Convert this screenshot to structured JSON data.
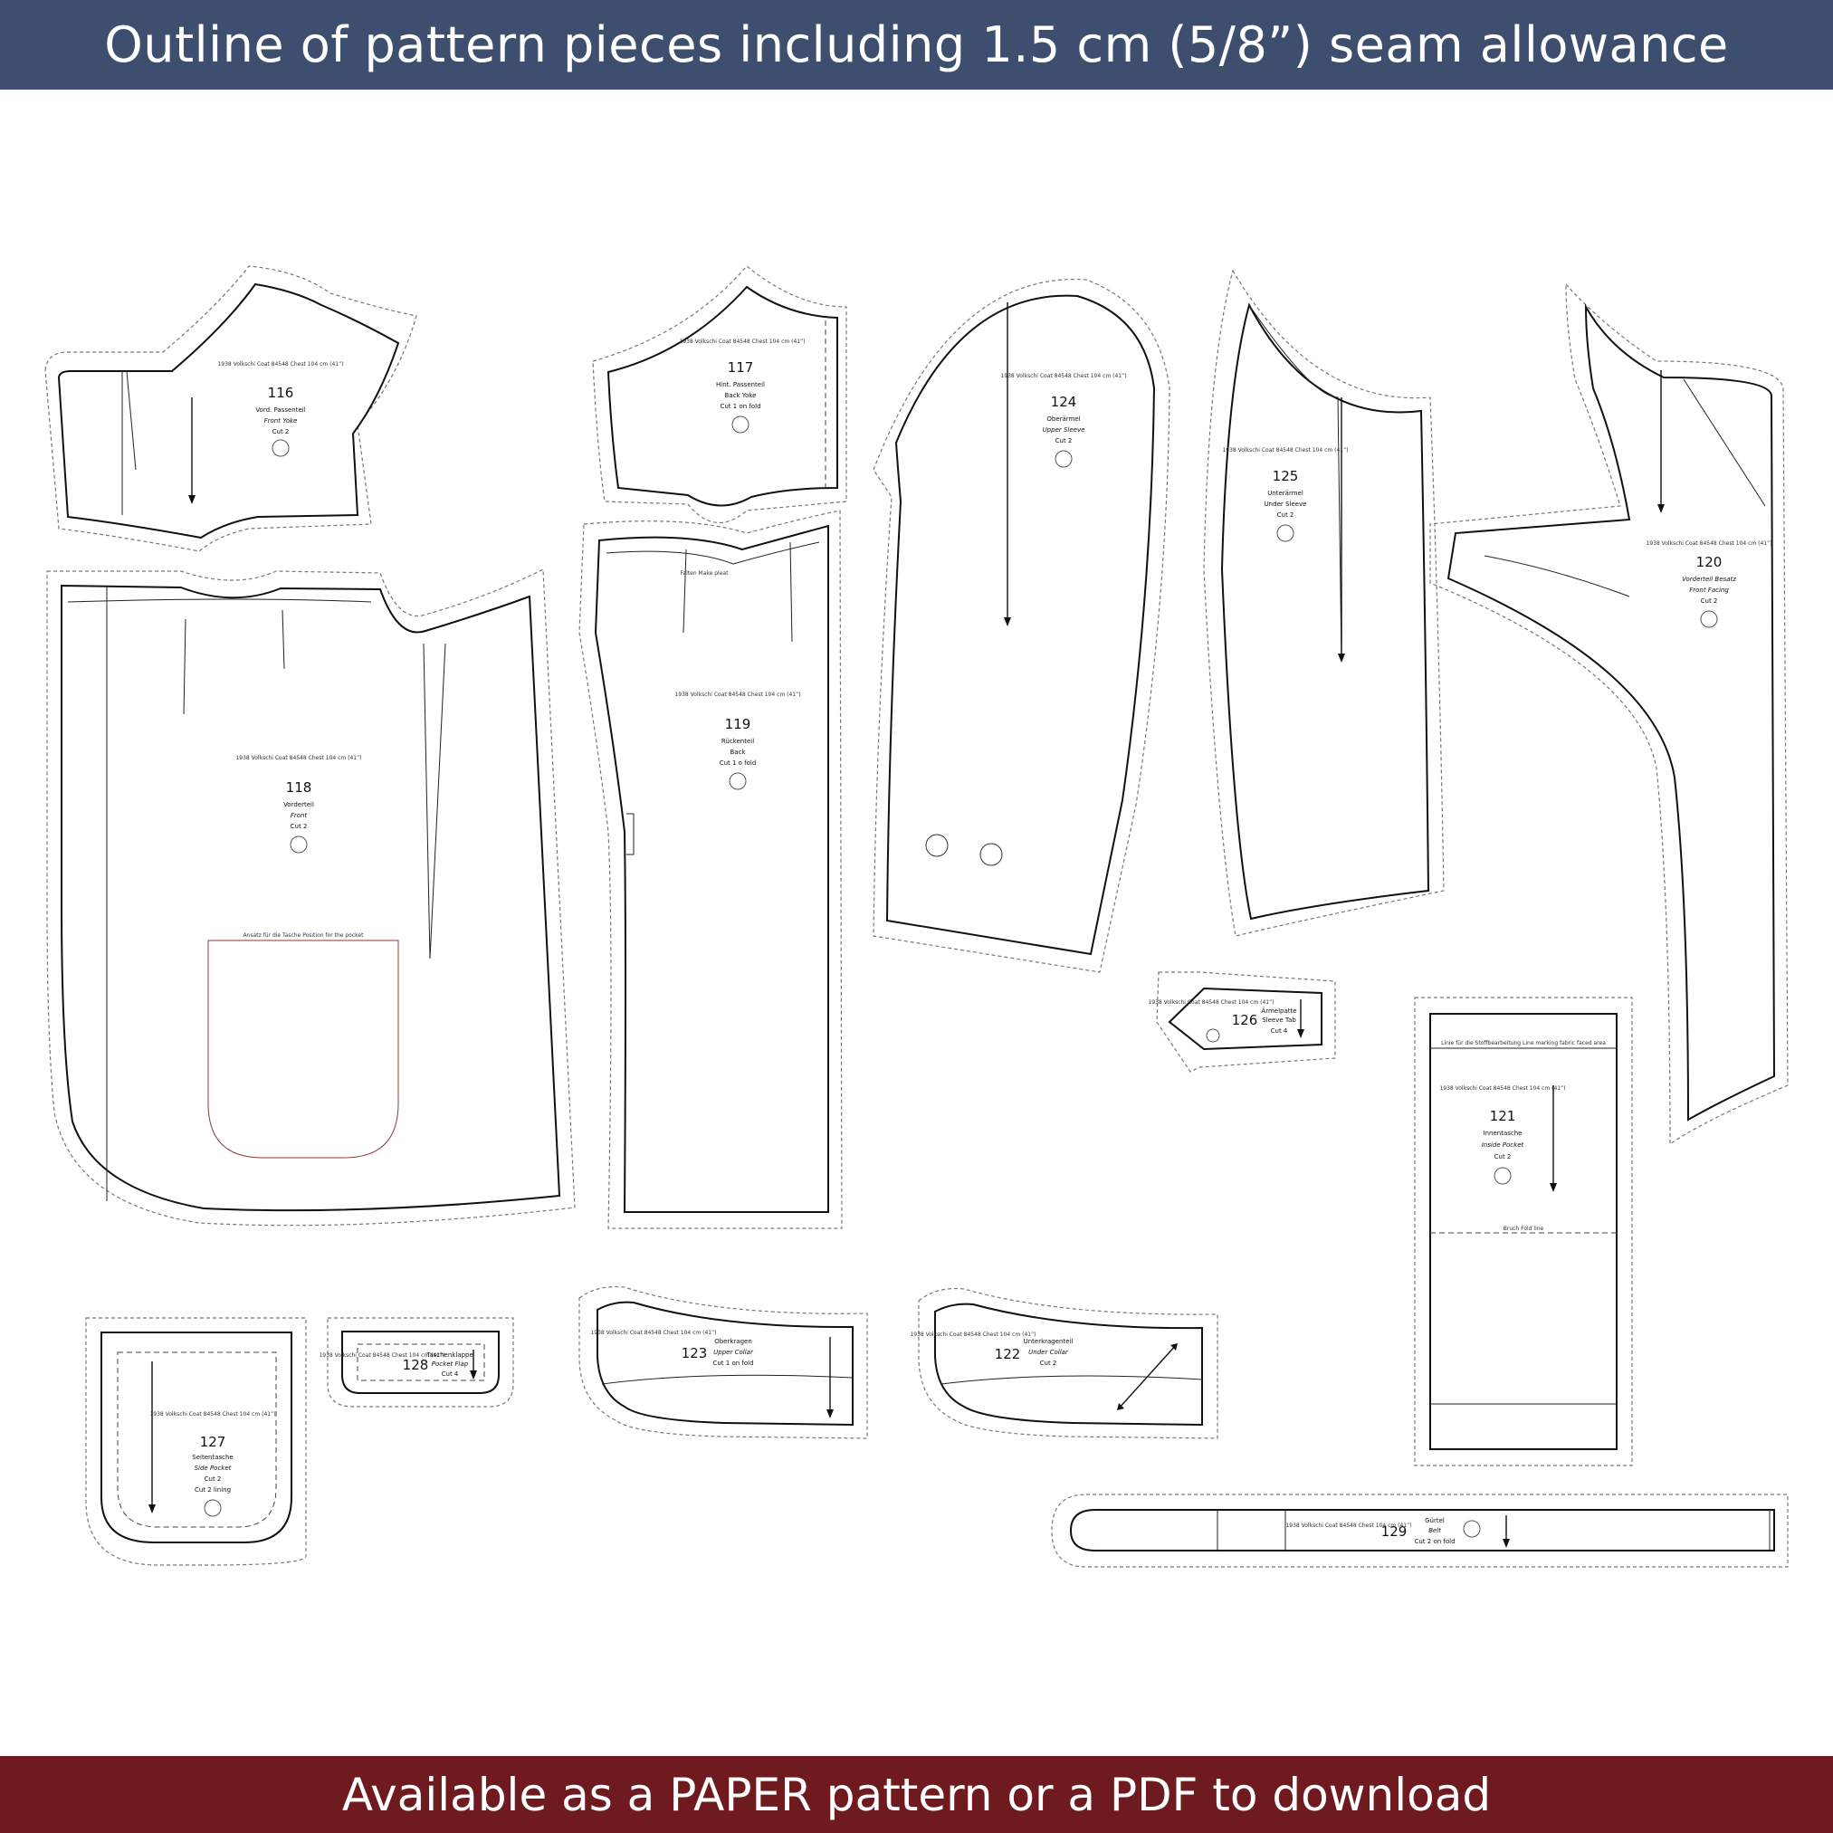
{
  "header": {
    "title": "Outline of pattern pieces including 1.5 cm (5/8”) seam allowance",
    "bg": "#3d4e6e"
  },
  "footer": {
    "text": "Available as a PAPER pattern or a PDF to download",
    "bg": "#6e1a1f"
  },
  "pieces": {
    "p116": {
      "meta": "1938 Volkschi Coat 84548 Chest 104 cm (41”)",
      "number": "116",
      "de": "Vord. Passenteil",
      "en": "Front Yoke",
      "cut": "Cut 2"
    },
    "p117": {
      "meta": "1938 Volkschi Coat 84548 Chest 104 cm (41”)",
      "number": "117",
      "de": "Hint. Passenteil",
      "en": "Back Yoke",
      "cut": "Cut 1 on fold"
    },
    "p118": {
      "meta": "1938 Volkschi Coat 84548 Chest 104 cm (41”)",
      "number": "118",
      "de": "Vorderteil",
      "en": "Front",
      "cut": "Cut 2",
      "pocket": "Ansatz für die Tasche Position for the pocket"
    },
    "p119": {
      "meta": "1938 Volkschi Coat 84548 Chest 104 cm (41”)",
      "number": "119",
      "de": "Rückenteil",
      "en": "Back",
      "cut": "Cut 1 o fold",
      "pleat": "Falten Make pleat"
    },
    "p124": {
      "meta": "1938 Volkschi Coat 84548 Chest 104 cm (41”)",
      "number": "124",
      "de": "Oberärmel",
      "en": "Upper Sleeve",
      "cut": "Cut 2"
    },
    "p125": {
      "meta": "1938 Volkschi Coat 84548 Chest 104 cm (41”)",
      "number": "125",
      "de": "Unterärmel",
      "en": "Under Sleeve",
      "cut": "Cut 2"
    },
    "p120": {
      "meta": "1938 Volkschi Coat 84548 Chest 104 cm (41”)",
      "number": "120",
      "de": "Vorderteil Besatz",
      "en": "Front Facing",
      "cut": "Cut 2"
    },
    "p126": {
      "meta": "1938 Volkschi Coat 84548 Chest 104 cm (41”)",
      "number": "126",
      "de": "Ärmelpatte",
      "en": "Sleeve Tab",
      "cut": "Cut 4"
    },
    "p121": {
      "meta": "1938 Volkschi Coat 84548 Chest 104 cm (41”)",
      "number": "121",
      "de": "Innentasche",
      "en": "Inside Pocket",
      "cut": "Cut 2",
      "fold": "Bruch Fold line",
      "top": "Linie für die Stoffbearbeitung Line marking fabric faced area"
    },
    "p127": {
      "meta": "1938 Volkschi Coat 84548 Chest 104 cm (41”)",
      "number": "127",
      "de": "Seitentasche",
      "en": "Side Pocket",
      "cut": "Cut 2",
      "cut2": "Cut 2 lining"
    },
    "p128": {
      "meta": "1938 Volkschi Coat 84548 Chest 104 cm (41”)",
      "number": "128",
      "de": "Taschenklappe",
      "en": "Pocket Flap",
      "cut": "Cut 4"
    },
    "p123": {
      "meta": "1938 Volkschi Coat 84548 Chest 104 cm (41”)",
      "number": "123",
      "de": "Oberkragen",
      "en": "Upper Collar",
      "cut": "Cut 1 on fold"
    },
    "p122": {
      "meta": "1938 Volkschi Coat 84548 Chest 104 cm (41”)",
      "number": "122",
      "de": "Unterkragenteil",
      "en": "Under Collar",
      "cut": "Cut 2"
    },
    "p129": {
      "meta": "1938 Volkschi Coat 84548 Chest 104 cm (41”)",
      "number": "129",
      "de": "Gürtel",
      "en": "Belt",
      "cut": "Cut 2 on fold"
    }
  }
}
